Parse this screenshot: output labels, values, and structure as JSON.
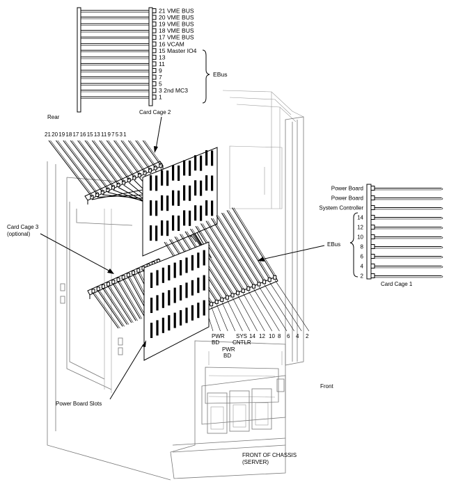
{
  "top_slots": [
    "21 VME BUS",
    "20 VME BUS",
    "19 VME BUS",
    "18 VME BUS",
    "17 VME BUS",
    "16 VCAM",
    "15 Master IO4",
    "13",
    "11",
    "9",
    "7",
    "5",
    "3 2nd MC3",
    "1"
  ],
  "right_slots": [
    "Power Board",
    "Power Board",
    "System Controller",
    "14",
    "12",
    "10",
    "8",
    "6",
    "4",
    "2"
  ],
  "rear_numbers": "21 20 19 18 17 16 15 13 11 9 7 5 3 1",
  "bottom_slots": [
    "PWR",
    "BD",
    "SYS",
    "CNTLR",
    "14",
    "12",
    "10",
    "8",
    "6",
    "4",
    "2",
    "PWR",
    "BD"
  ],
  "labels": {
    "ebus_top": "EBus",
    "rear": "Rear",
    "card_cage_2": "Card Cage 2",
    "card_cage_3_line1": "Card Cage 3",
    "card_cage_3_line2": "(optional)",
    "ebus_right": "EBus",
    "card_cage_1": "Card Cage 1",
    "front": "Front",
    "power_board_slots": "Power Board Slots",
    "front_of_chassis_line1": "FRONT OF CHASSIS",
    "front_of_chassis_line2": "(SERVER)"
  }
}
